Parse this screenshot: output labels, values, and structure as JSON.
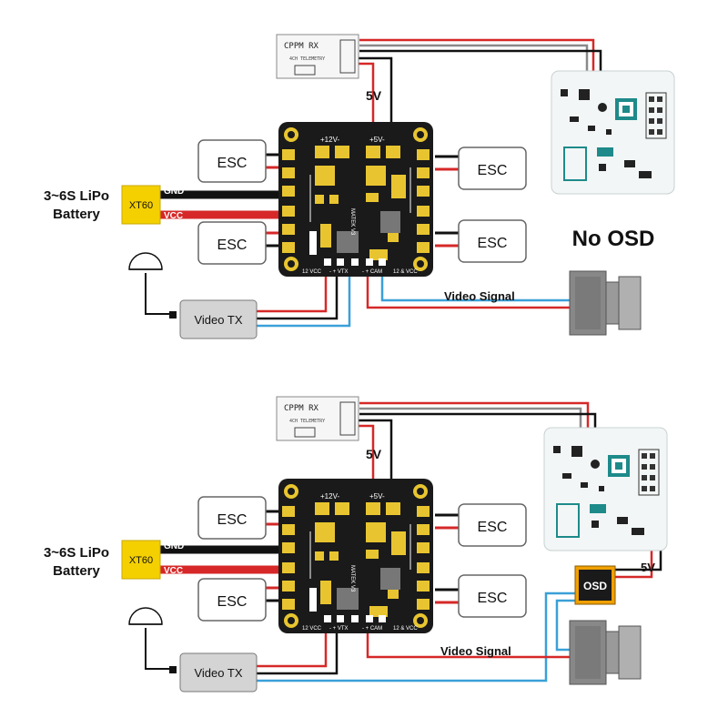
{
  "top": {
    "rx_label": "CPPM RX",
    "rx_sub": "4CH TELEMETRY",
    "five_v": "5V",
    "esc_labels": [
      "ESC",
      "ESC",
      "ESC",
      "ESC"
    ],
    "battery_label_1": "3~6S LiPo",
    "battery_label_2": "Battery",
    "xt60": "XT60",
    "gnd": "GND",
    "vcc": "VCC",
    "pcb_12v": "+12V-",
    "pcb_5v": "+5V-",
    "pcb_model": "MATEK V3",
    "pcb_bottom_left": "12 VCC",
    "pcb_vtx": "- + VTX",
    "pcb_cam": "- + CAM",
    "pcb_bottom_right": "12 & VCC",
    "video_tx": "Video TX",
    "video_signal": "Video Signal",
    "no_osd": "No OSD"
  },
  "bottom": {
    "rx_label": "CPPM RX",
    "rx_sub": "4CH TELEMETRY",
    "five_v": "5V",
    "five_v_osd": "5V",
    "esc_labels": [
      "ESC",
      "ESC",
      "ESC",
      "ESC"
    ],
    "battery_label_1": "3~6S LiPo",
    "battery_label_2": "Battery",
    "xt60": "XT60",
    "gnd": "GND",
    "vcc": "VCC",
    "pcb_12v": "+12V-",
    "pcb_5v": "+5V-",
    "pcb_model": "MATEK V3",
    "pcb_bottom_left": "12 VCC",
    "pcb_vtx": "- + VTX",
    "pcb_cam": "- + CAM",
    "pcb_bottom_right": "12 & VCC",
    "video_tx": "Video TX",
    "video_signal": "Video Signal",
    "osd": "OSD"
  },
  "colors": {
    "pcb": "#1a1a1a",
    "pad": "#e8c530",
    "wire_red": "#d62828",
    "wire_black": "#111111",
    "wire_blue": "#3aa0d8",
    "wire_grey": "#8a8a8a",
    "xt60": "#f5d000",
    "osd_chip": "#f0a000"
  }
}
